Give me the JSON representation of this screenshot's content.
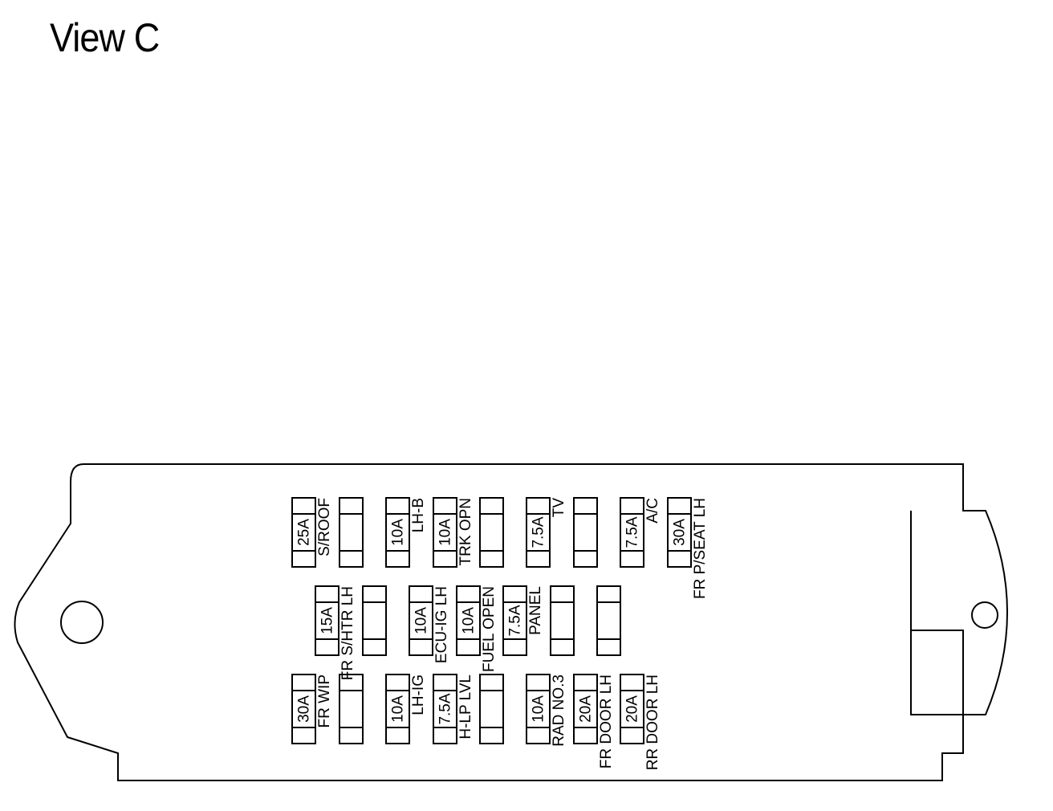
{
  "title": "View C",
  "fuses": [
    {
      "rating": "25A",
      "name": "S/ROOF"
    },
    {
      "rating": "",
      "name": ""
    },
    {
      "rating": "10A",
      "name": "LH-B"
    },
    {
      "rating": "10A",
      "name": "TRK OPN"
    },
    {
      "rating": "",
      "name": ""
    },
    {
      "rating": "7.5A",
      "name": "TV"
    },
    {
      "rating": "",
      "name": ""
    },
    {
      "rating": "7.5A",
      "name": "A/C"
    },
    {
      "rating": "30A",
      "name": "FR P/SEAT LH"
    },
    {
      "rating": "15A",
      "name": "FR S/HTR LH"
    },
    {
      "rating": "",
      "name": ""
    },
    {
      "rating": "10A",
      "name": "ECU-IG LH"
    },
    {
      "rating": "10A",
      "name": "FUEL OPEN"
    },
    {
      "rating": "7.5A",
      "name": "PANEL"
    },
    {
      "rating": "",
      "name": ""
    },
    {
      "rating": "",
      "name": ""
    },
    {
      "rating": "30A",
      "name": "FR WIP"
    },
    {
      "rating": "",
      "name": ""
    },
    {
      "rating": "10A",
      "name": "LH-IG"
    },
    {
      "rating": "7.5A",
      "name": "H-LP LVL"
    },
    {
      "rating": "",
      "name": ""
    },
    {
      "rating": "10A",
      "name": "RAD NO.3"
    },
    {
      "rating": "20A",
      "name": "FR DOOR LH"
    },
    {
      "rating": "20A",
      "name": "RR DOOR LH"
    }
  ]
}
